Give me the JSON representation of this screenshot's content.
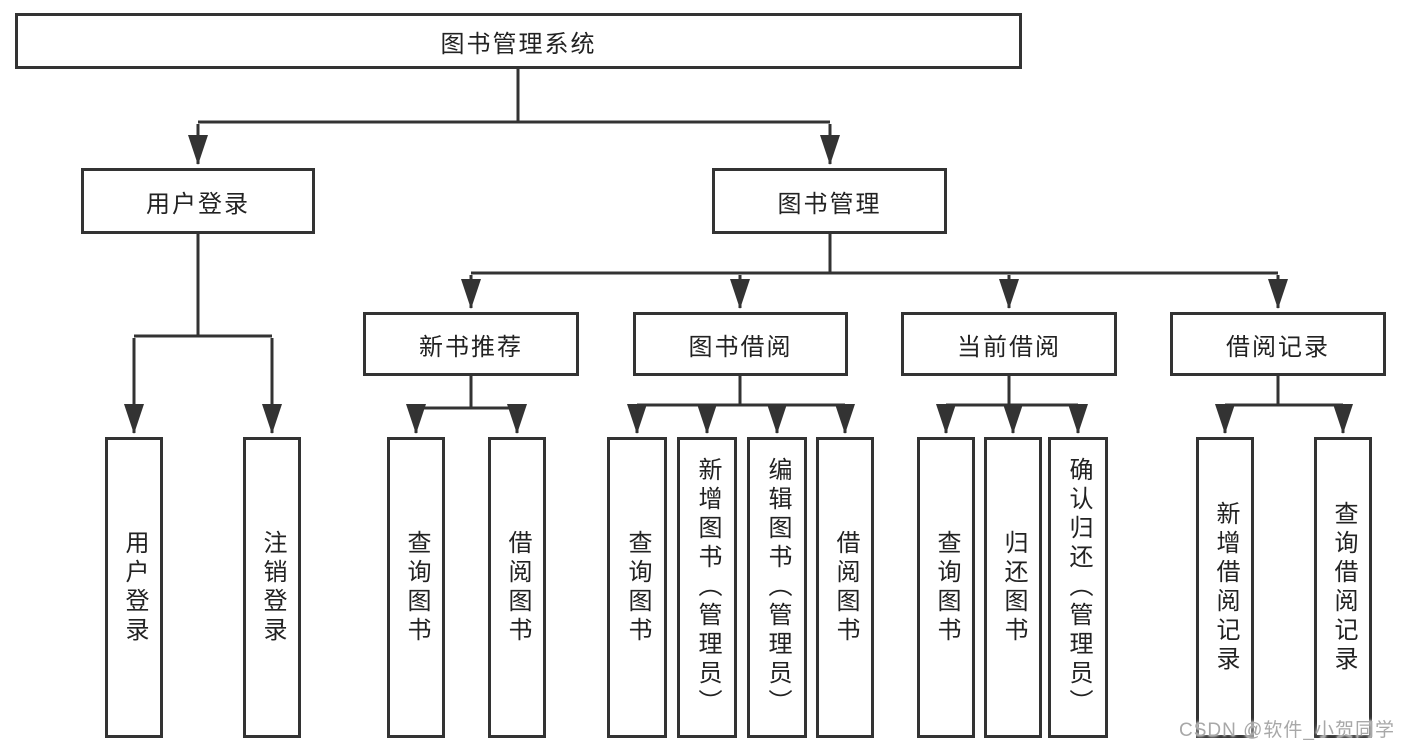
{
  "diagram": {
    "root_label": "图书管理系统",
    "user_login": {
      "label": "用户登录",
      "leaves": [
        "用户登录",
        "注销登录"
      ]
    },
    "book_management": {
      "label": "图书管理"
    },
    "groups": [
      {
        "label": "新书推荐",
        "leaves": [
          "查询图书",
          "借阅图书"
        ]
      },
      {
        "label": "图书借阅",
        "leaves": [
          "查询图书",
          "新增图书（管理员）",
          "编辑图书（管理员）",
          "借阅图书"
        ]
      },
      {
        "label": "当前借阅",
        "leaves": [
          "查询图书",
          "归还图书",
          "确认归还（管理员）"
        ]
      },
      {
        "label": "借阅记录",
        "leaves": [
          "新增借阅记录",
          "查询借阅记录"
        ]
      }
    ]
  },
  "watermark": "CSDN @软件_小贺同学",
  "colors": {
    "line": "#333333",
    "text": "#222222",
    "watermark": "#a8a8a8",
    "bg": "#ffffff"
  }
}
